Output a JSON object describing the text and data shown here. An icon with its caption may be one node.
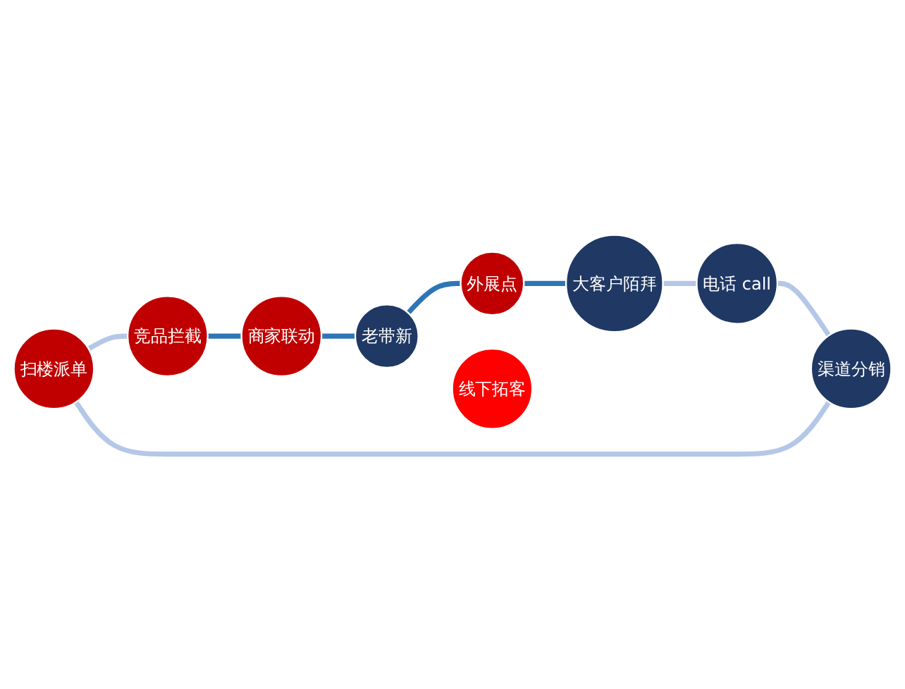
{
  "diagram": {
    "nodes": [
      {
        "text": [
          "扫楼派单"
        ]
      },
      {
        "text": [
          "竞品拦截"
        ]
      },
      {
        "text": [
          "商家联动"
        ]
      },
      {
        "text": [
          "老带新"
        ]
      },
      {
        "text": [
          "外展点"
        ]
      },
      {
        "text": [
          "大客户陌拜"
        ]
      },
      {
        "text": [
          "电话 call"
        ]
      },
      {
        "text": [
          "渠道分销"
        ]
      },
      {
        "text": [
          "线下拓客"
        ]
      }
    ],
    "edges": [
      {
        "from": 0,
        "to": 1,
        "arrow": "none"
      },
      {
        "from": 1,
        "to": 2,
        "arrow": "none",
        "color": "#2e75b6"
      },
      {
        "from": 2,
        "to": 3,
        "arrow": "none",
        "color": "#2e75b6"
      },
      {
        "from": 3,
        "to": 4,
        "arrow": "none",
        "color": "#2e75b6"
      },
      {
        "from": 4,
        "to": 5,
        "arrow": "none",
        "color": "#2e75b6"
      },
      {
        "from": 5,
        "to": 6,
        "arrow": "none"
      },
      {
        "from": 6,
        "to": 7,
        "arrow": "none"
      },
      {
        "from": 7,
        "to": 0,
        "arrow": "none"
      }
    ]
  }
}
